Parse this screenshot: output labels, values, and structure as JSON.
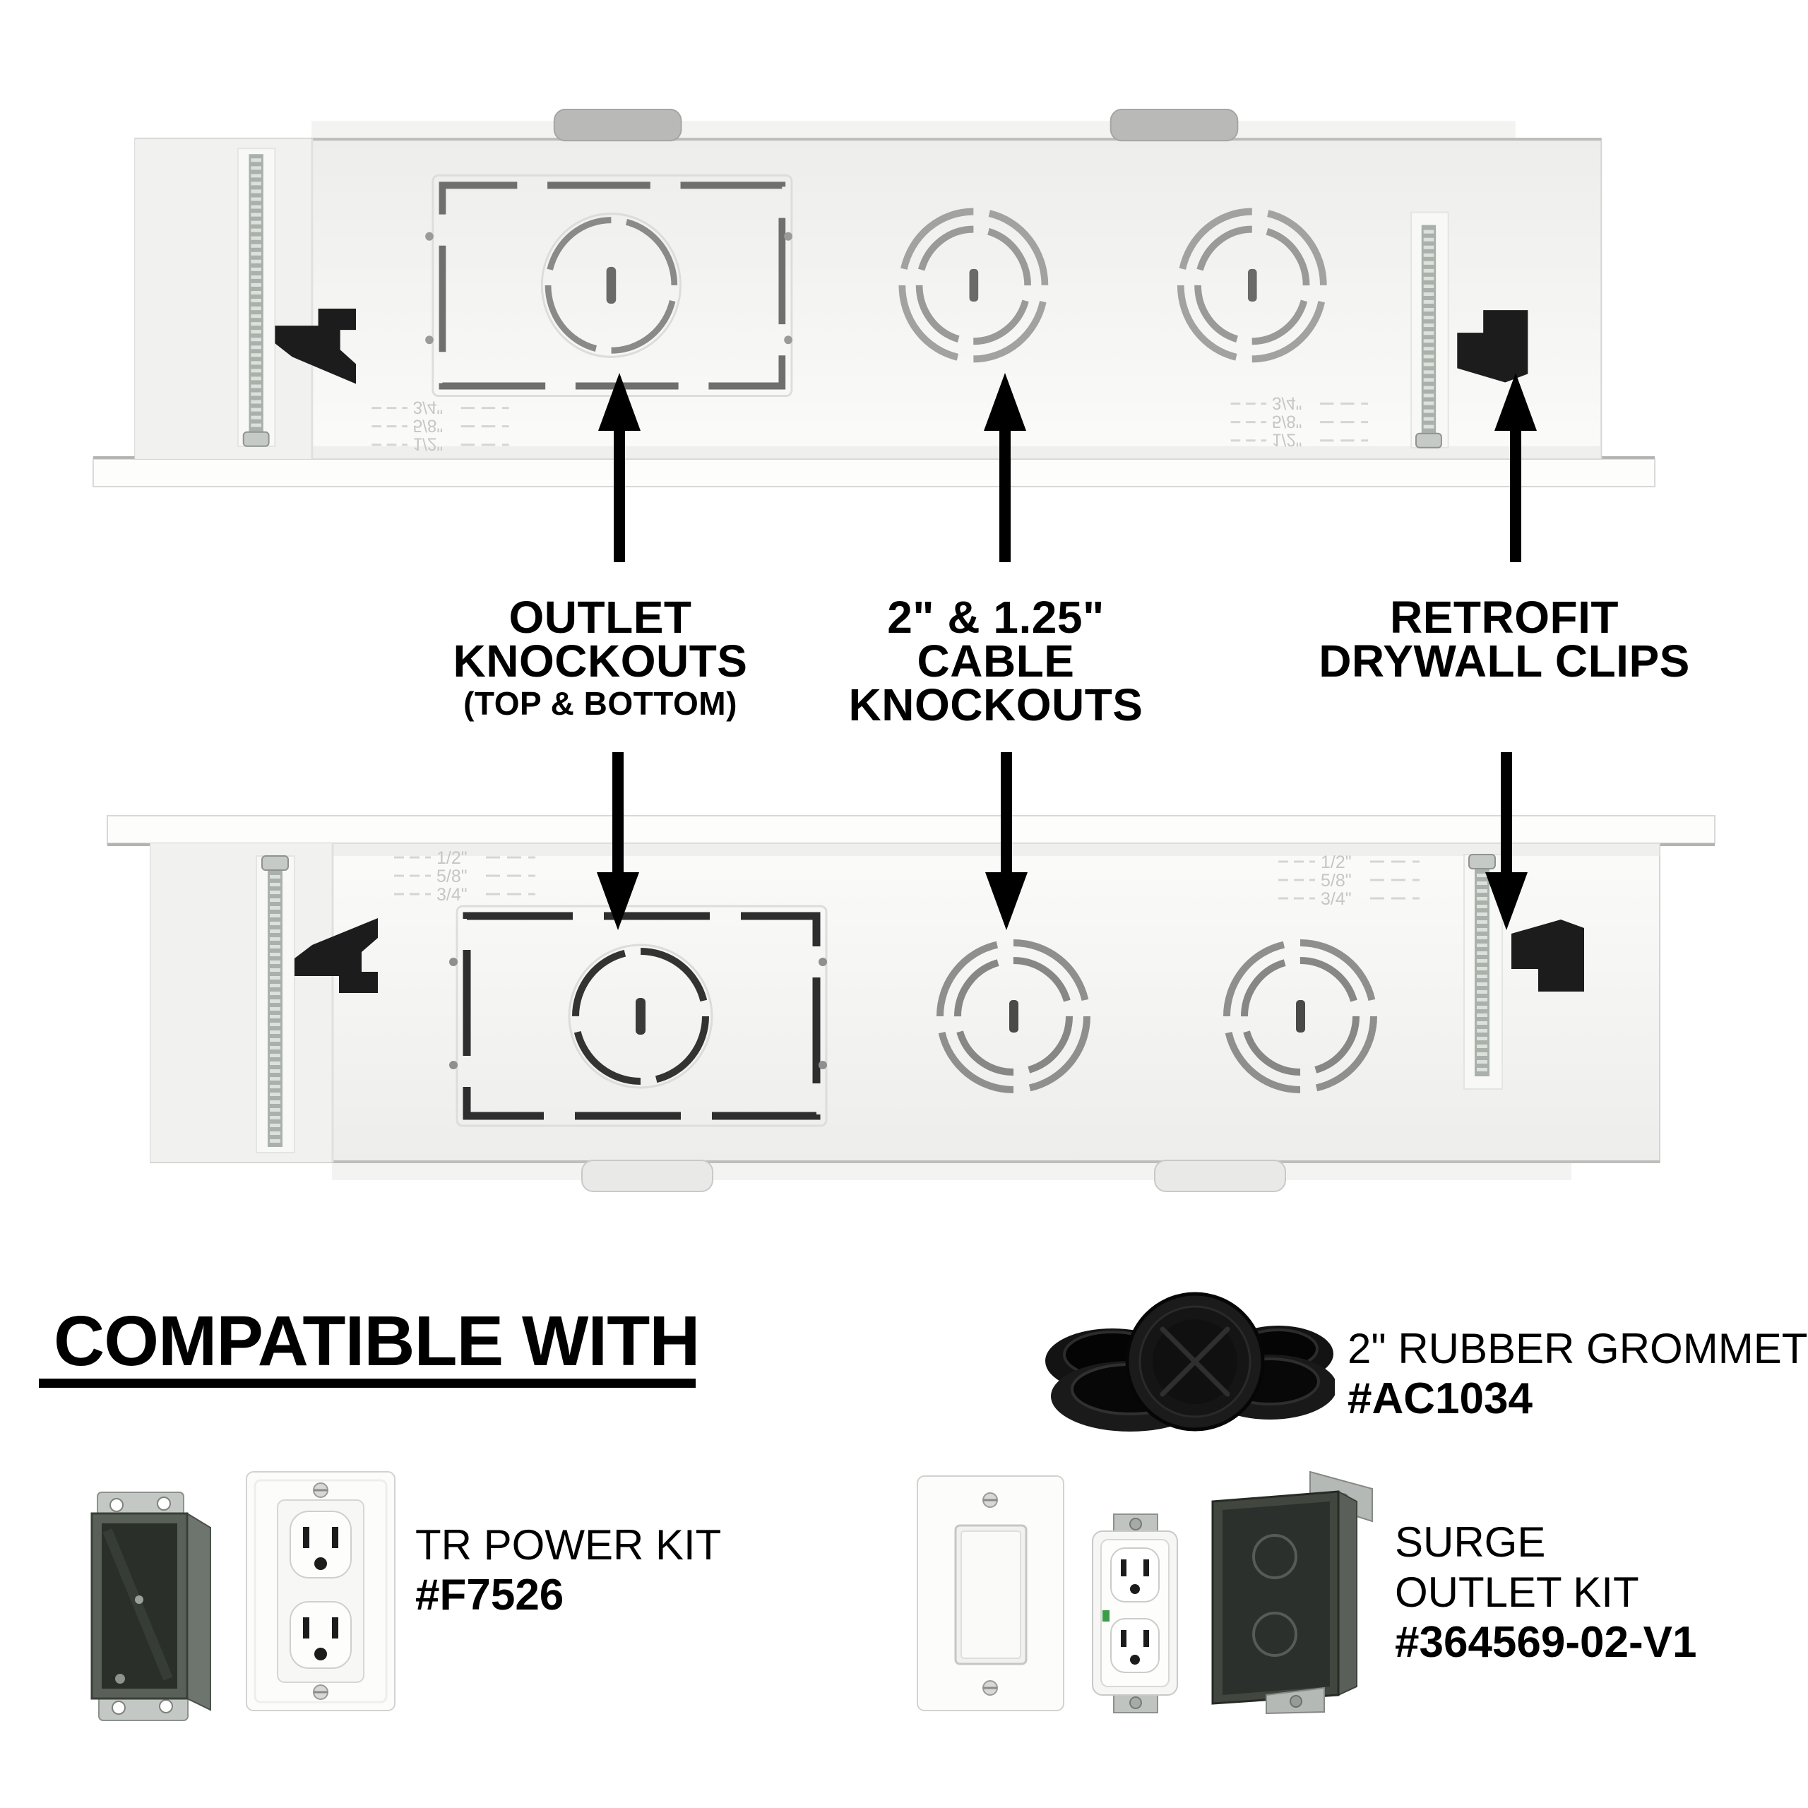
{
  "colors": {
    "background": "#ffffff",
    "text": "#000000",
    "box_face_light": "#fbfbfa",
    "box_face_dark": "#ededeb",
    "box_edge": "#d4d4d2",
    "knockout_dark": "#2e2e2e",
    "knockout_etched": "#8f8f8d",
    "metal_clip": "#1c1c1c",
    "metal_screw": "#aab0aa",
    "grommet_black": "#131313",
    "arrow": "#000000"
  },
  "icons": {
    "up_arrow": "▲",
    "down_arrow": "▼"
  },
  "callouts": {
    "outlet": {
      "line1": "OUTLET",
      "line2": "KNOCKOUTS",
      "sub": "(TOP & BOTTOM)"
    },
    "cable": {
      "line1": "2\" & 1.25\"",
      "line2": "CABLE",
      "line3": "KNOCKOUTS"
    },
    "retrofit": {
      "line1": "RETROFIT",
      "line2": "DRYWALL CLIPS"
    }
  },
  "depth_marks": {
    "half": "1/2\"",
    "five_eighths": "5/8\"",
    "three_quarters": "3/4\""
  },
  "compatible": {
    "heading": "COMPATIBLE WITH",
    "grommet": {
      "name": "2\" RUBBER GROMMET",
      "part": "#AC1034"
    },
    "tr_kit": {
      "name": "TR POWER KIT",
      "part": "#F7526"
    },
    "surge_kit": {
      "name_line1": "SURGE",
      "name_line2": "OUTLET KIT",
      "part": "#364569-02-V1"
    }
  }
}
